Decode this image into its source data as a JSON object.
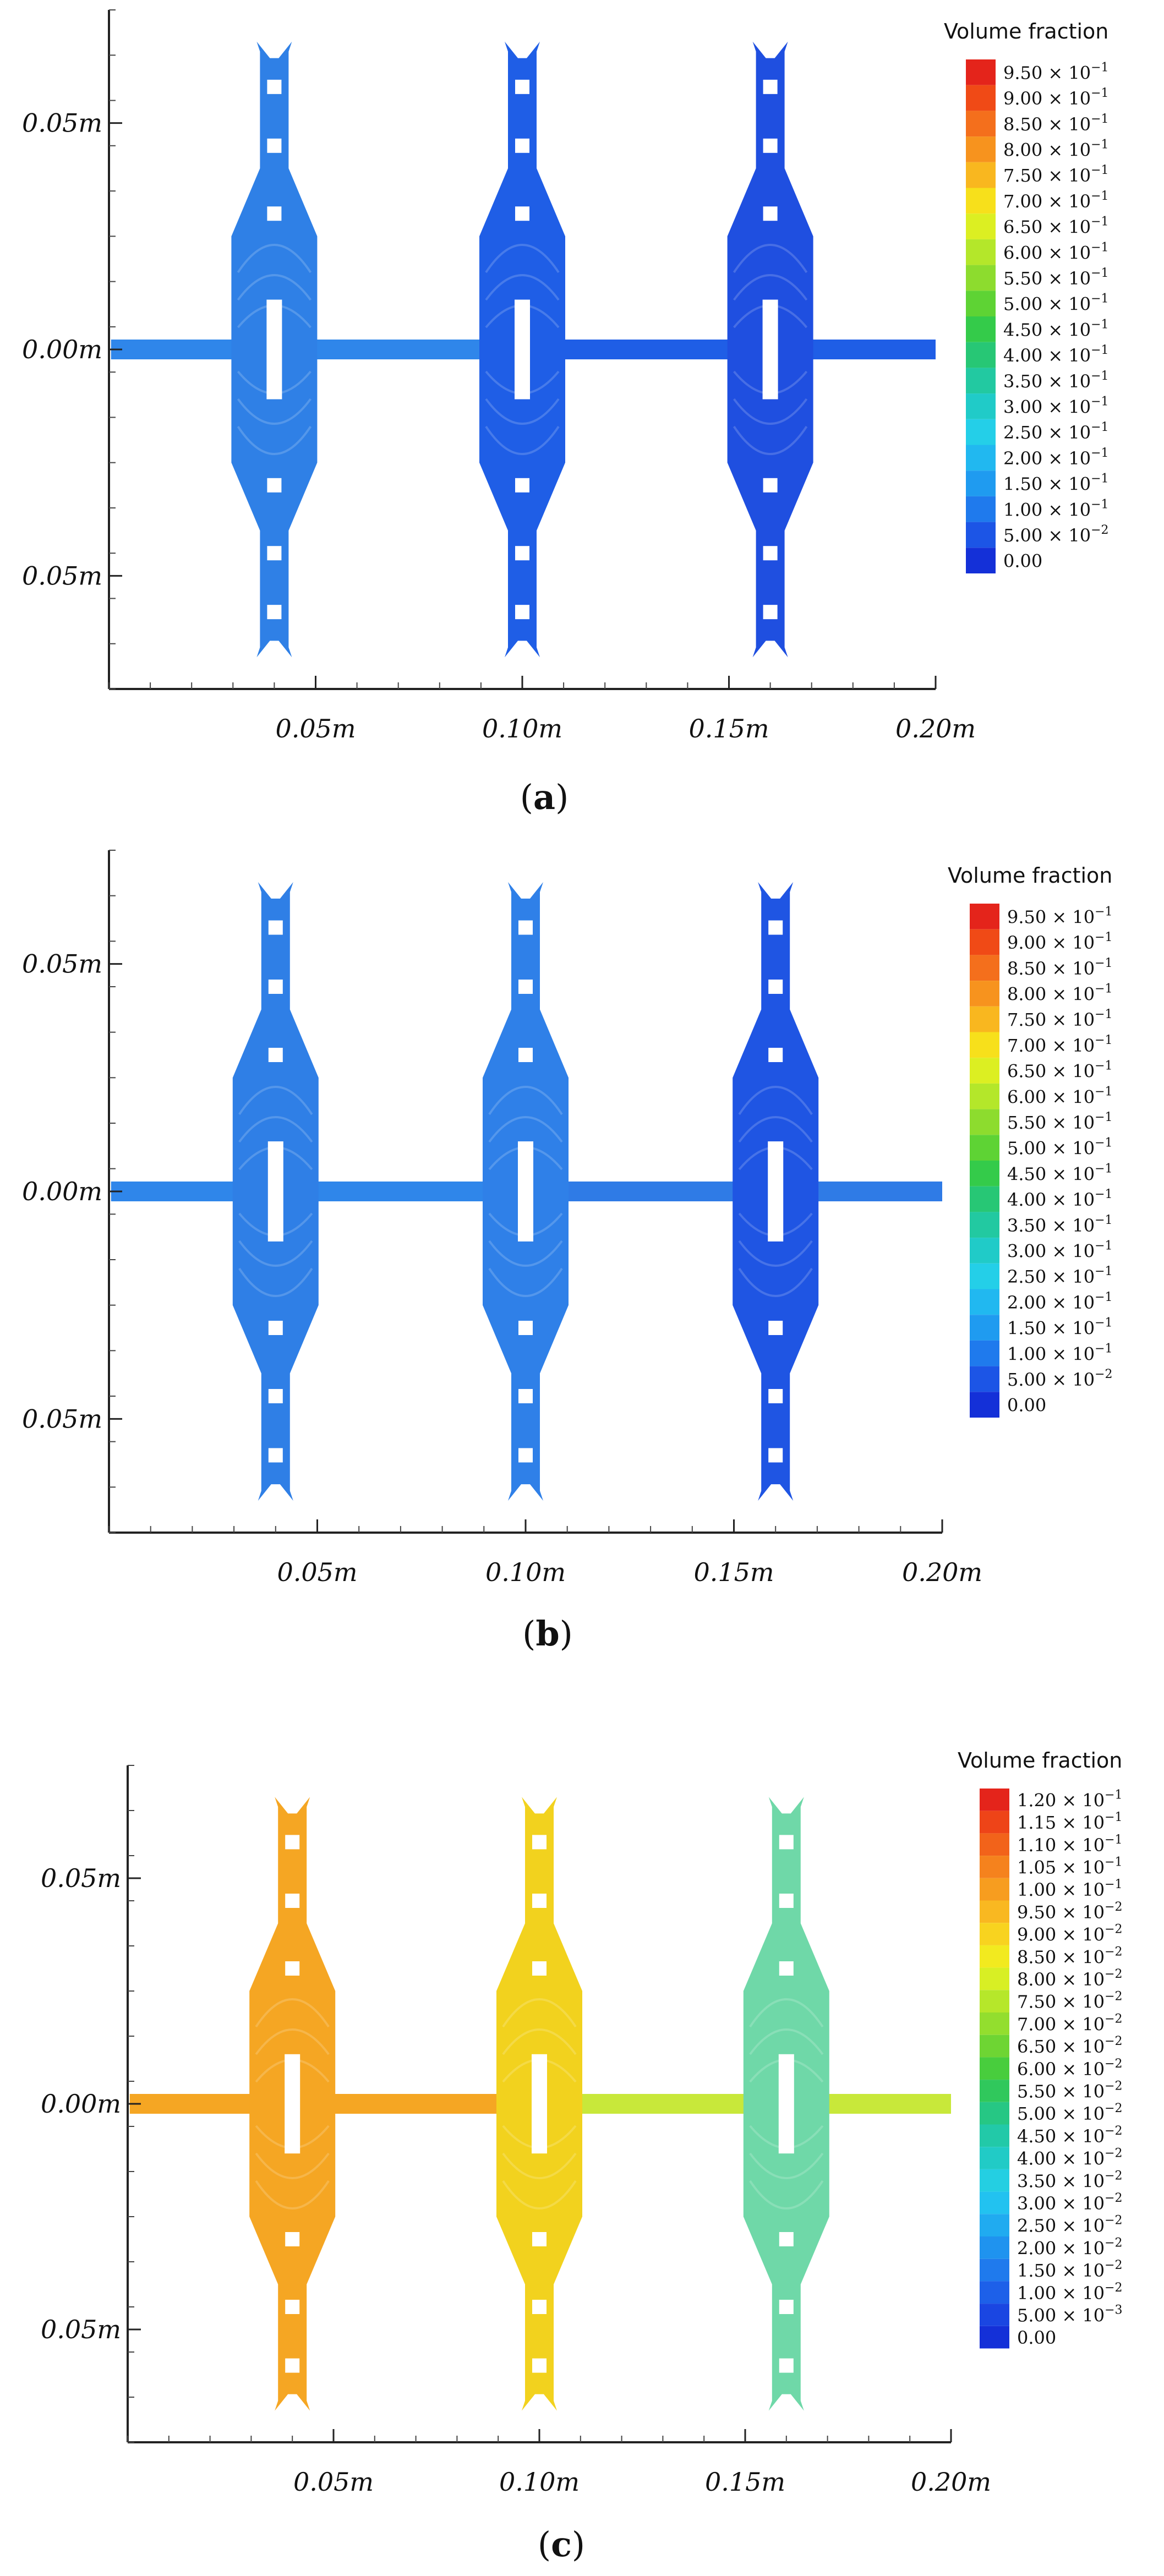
{
  "chart_data": [
    {
      "type": "heatmap",
      "panel_label": "a",
      "colorbar_title": "Volume fraction",
      "colorbar_levels": [
        {
          "mant": "9.50",
          "exp": "-1",
          "color": "#e4241b"
        },
        {
          "mant": "9.00",
          "exp": "-1",
          "color": "#f04a16"
        },
        {
          "mant": "8.50",
          "exp": "-1",
          "color": "#f46f1c"
        },
        {
          "mant": "8.00",
          "exp": "-1",
          "color": "#f7931e"
        },
        {
          "mant": "7.50",
          "exp": "-1",
          "color": "#f9b71f"
        },
        {
          "mant": "7.00",
          "exp": "-1",
          "color": "#f7e01b"
        },
        {
          "mant": "6.50",
          "exp": "-1",
          "color": "#dcef22"
        },
        {
          "mant": "6.00",
          "exp": "-1",
          "color": "#b4e72a"
        },
        {
          "mant": "5.50",
          "exp": "-1",
          "color": "#8ddc2e"
        },
        {
          "mant": "5.00",
          "exp": "-1",
          "color": "#5ed334"
        },
        {
          "mant": "4.50",
          "exp": "-1",
          "color": "#34cb4a"
        },
        {
          "mant": "4.00",
          "exp": "-1",
          "color": "#27c775"
        },
        {
          "mant": "3.50",
          "exp": "-1",
          "color": "#22c9a1"
        },
        {
          "mant": "3.00",
          "exp": "-1",
          "color": "#20cbc8"
        },
        {
          "mant": "2.50",
          "exp": "-1",
          "color": "#24cfe8"
        },
        {
          "mant": "2.00",
          "exp": "-1",
          "color": "#21b8f0"
        },
        {
          "mant": "1.50",
          "exp": "-1",
          "color": "#1f9bf0"
        },
        {
          "mant": "1.00",
          "exp": "-1",
          "color": "#1f7aed"
        },
        {
          "mant": "5.00",
          "exp": "-2",
          "color": "#1c55e6"
        },
        {
          "mant": "0.00",
          "exp": "",
          "color": "#1430d8"
        }
      ],
      "y_tick_labels": [
        "0.05m",
        "0.00m",
        "0.05m"
      ],
      "x_tick_labels": [
        "0.05m",
        "0.10m",
        "0.15m",
        "0.20m"
      ],
      "xlim": [
        0,
        0.2
      ],
      "ylim": [
        -0.075,
        0.075
      ],
      "y_ticks": [
        0.05,
        0,
        -0.05
      ],
      "x_ticks": [
        0.05,
        0.1,
        0.15,
        0.2
      ],
      "tank_centers_x": [
        0.04,
        0.1,
        0.16
      ],
      "tank_fill": [
        "#2f80e6",
        "#1f5ee6",
        "#1f4fe0"
      ],
      "pipe_fill": [
        "#2f86ea",
        "#1f5ee6"
      ]
    },
    {
      "type": "heatmap",
      "panel_label": "b",
      "colorbar_title": "Volume fraction",
      "colorbar_levels": [
        {
          "mant": "9.50",
          "exp": "-1",
          "color": "#e4241b"
        },
        {
          "mant": "9.00",
          "exp": "-1",
          "color": "#f04a16"
        },
        {
          "mant": "8.50",
          "exp": "-1",
          "color": "#f46f1c"
        },
        {
          "mant": "8.00",
          "exp": "-1",
          "color": "#f7931e"
        },
        {
          "mant": "7.50",
          "exp": "-1",
          "color": "#f9b71f"
        },
        {
          "mant": "7.00",
          "exp": "-1",
          "color": "#f7e01b"
        },
        {
          "mant": "6.50",
          "exp": "-1",
          "color": "#dcef22"
        },
        {
          "mant": "6.00",
          "exp": "-1",
          "color": "#b4e72a"
        },
        {
          "mant": "5.50",
          "exp": "-1",
          "color": "#8ddc2e"
        },
        {
          "mant": "5.00",
          "exp": "-1",
          "color": "#5ed334"
        },
        {
          "mant": "4.50",
          "exp": "-1",
          "color": "#34cb4a"
        },
        {
          "mant": "4.00",
          "exp": "-1",
          "color": "#27c775"
        },
        {
          "mant": "3.50",
          "exp": "-1",
          "color": "#22c9a1"
        },
        {
          "mant": "3.00",
          "exp": "-1",
          "color": "#20cbc8"
        },
        {
          "mant": "2.50",
          "exp": "-1",
          "color": "#24cfe8"
        },
        {
          "mant": "2.00",
          "exp": "-1",
          "color": "#21b8f0"
        },
        {
          "mant": "1.50",
          "exp": "-1",
          "color": "#1f9bf0"
        },
        {
          "mant": "1.00",
          "exp": "-1",
          "color": "#1f7aed"
        },
        {
          "mant": "5.00",
          "exp": "-2",
          "color": "#1c55e6"
        },
        {
          "mant": "0.00",
          "exp": "",
          "color": "#1430d8"
        }
      ],
      "y_tick_labels": [
        "0.05m",
        "0.00m",
        "0.05m"
      ],
      "x_tick_labels": [
        "0.05m",
        "0.10m",
        "0.15m",
        "0.20m"
      ],
      "xlim": [
        0,
        0.2
      ],
      "ylim": [
        -0.075,
        0.075
      ],
      "y_ticks": [
        0.05,
        0,
        -0.05
      ],
      "x_ticks": [
        0.05,
        0.1,
        0.15,
        0.2
      ],
      "tank_centers_x": [
        0.04,
        0.1,
        0.16
      ],
      "tank_fill": [
        "#2f7fe6",
        "#2f80e8",
        "#1f55e3"
      ],
      "pipe_fill": [
        "#2f86ea",
        "#2f7be6"
      ]
    },
    {
      "type": "heatmap",
      "panel_label": "c",
      "colorbar_title": "Volume fraction",
      "colorbar_levels": [
        {
          "mant": "1.20",
          "exp": "-1",
          "color": "#e4241b"
        },
        {
          "mant": "1.15",
          "exp": "-1",
          "color": "#ee4418"
        },
        {
          "mant": "1.10",
          "exp": "-1",
          "color": "#f2631a"
        },
        {
          "mant": "1.05",
          "exp": "-1",
          "color": "#f5821d"
        },
        {
          "mant": "1.00",
          "exp": "-1",
          "color": "#f79d1f"
        },
        {
          "mant": "9.50",
          "exp": "-2",
          "color": "#f9b821"
        },
        {
          "mant": "9.00",
          "exp": "-2",
          "color": "#f8d31f"
        },
        {
          "mant": "8.50",
          "exp": "-2",
          "color": "#f2ea1f"
        },
        {
          "mant": "8.00",
          "exp": "-2",
          "color": "#d8ef24"
        },
        {
          "mant": "7.50",
          "exp": "-2",
          "color": "#b6e72a"
        },
        {
          "mant": "7.00",
          "exp": "-2",
          "color": "#93de2e"
        },
        {
          "mant": "6.50",
          "exp": "-2",
          "color": "#6ed533"
        },
        {
          "mant": "6.00",
          "exp": "-2",
          "color": "#48cd3d"
        },
        {
          "mant": "5.50",
          "exp": "-2",
          "color": "#30c85c"
        },
        {
          "mant": "5.00",
          "exp": "-2",
          "color": "#26c784"
        },
        {
          "mant": "4.50",
          "exp": "-2",
          "color": "#22c9a8"
        },
        {
          "mant": "4.00",
          "exp": "-2",
          "color": "#21cbc6"
        },
        {
          "mant": "3.50",
          "exp": "-2",
          "color": "#24cfe2"
        },
        {
          "mant": "3.00",
          "exp": "-2",
          "color": "#22c2f0"
        },
        {
          "mant": "2.50",
          "exp": "-2",
          "color": "#20abf0"
        },
        {
          "mant": "2.00",
          "exp": "-2",
          "color": "#1f93ef"
        },
        {
          "mant": "1.50",
          "exp": "-2",
          "color": "#1f7aed"
        },
        {
          "mant": "1.00",
          "exp": "-2",
          "color": "#1d60e9"
        },
        {
          "mant": "5.00",
          "exp": "-3",
          "color": "#1a46e2"
        },
        {
          "mant": "0.00",
          "exp": "",
          "color": "#1430d8"
        }
      ],
      "y_tick_labels": [
        "0.05m",
        "0.00m",
        "0.05m"
      ],
      "x_tick_labels": [
        "0.05m",
        "0.10m",
        "0.15m",
        "0.20m"
      ],
      "xlim": [
        0,
        0.2
      ],
      "ylim": [
        -0.075,
        0.075
      ],
      "y_ticks": [
        0.05,
        0,
        -0.05
      ],
      "x_ticks": [
        0.05,
        0.1,
        0.15,
        0.2
      ],
      "tank_centers_x": [
        0.04,
        0.1,
        0.16
      ],
      "tank_fill": [
        "#f5a623",
        "#f2d21e",
        "#6fd8a8"
      ],
      "pipe_fill": [
        "#f5a623",
        "#c8e83a"
      ]
    }
  ]
}
